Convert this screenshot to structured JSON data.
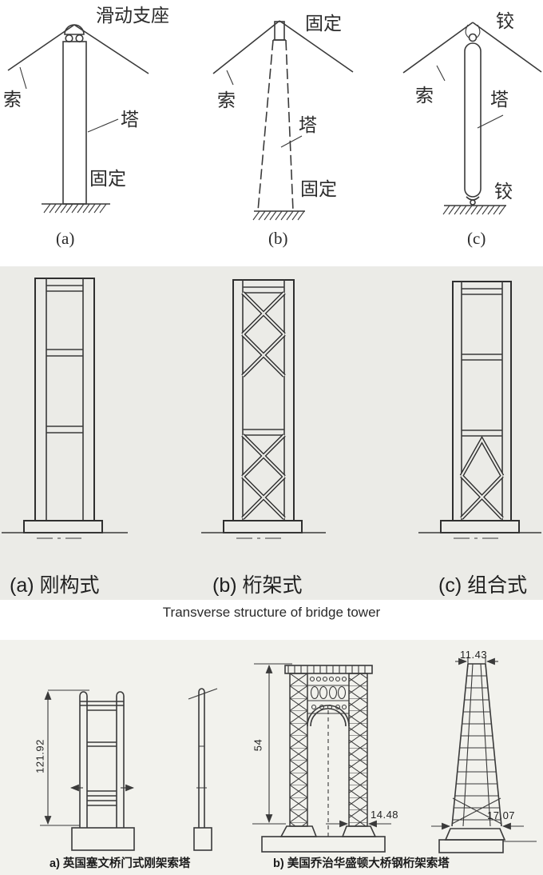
{
  "figure1": {
    "diagrams": [
      {
        "id": "a",
        "top_label": "滑动支座",
        "cable_label": "索",
        "tower_label": "塔",
        "bottom_label": "固定",
        "caption": "(a)"
      },
      {
        "id": "b",
        "top_label": "固定",
        "cable_label": "索",
        "tower_label": "塔",
        "bottom_label": "固定",
        "caption": "(b)"
      },
      {
        "id": "c",
        "top_label": "铰",
        "cable_label": "索",
        "tower_label": "塔",
        "bottom_label": "铰",
        "caption": "(c)"
      }
    ]
  },
  "figure2": {
    "labels": [
      "(a) 刚构式",
      "(b) 桁架式",
      "(c) 组合式"
    ],
    "caption": "Transverse structure of bridge tower"
  },
  "figure3": {
    "left_caption": "a) 英国塞文桥门式刚架索塔",
    "right_caption": "b) 美国乔治华盛顿大桥钢桁架索塔",
    "dims": {
      "severn_height": "121.92",
      "gw_height": "54",
      "gw_leg_width": "14.48",
      "gw_top_width": "11.43",
      "gw_base_width": "17.07"
    }
  },
  "colors": {
    "line": "#3a3a3a",
    "mid_bg": "#ebebe7",
    "bottom_bg": "#f2f2ed"
  }
}
